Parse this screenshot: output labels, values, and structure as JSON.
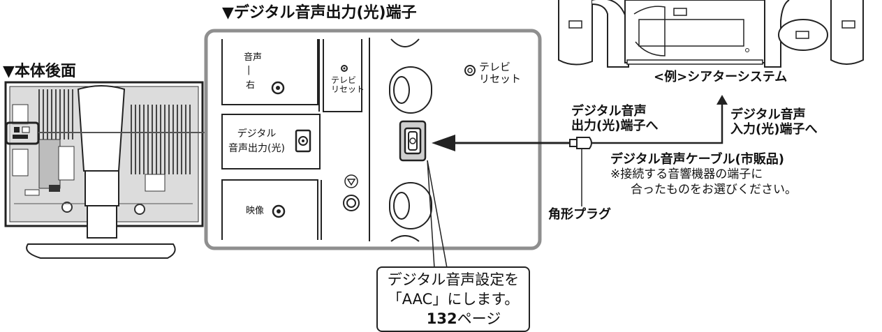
{
  "headings": {
    "terminal_title": "▼デジタル音声出力(光)端子",
    "rear_title": "▼本体後面"
  },
  "panel": {
    "audio_label": "音声",
    "audio_dash": "|",
    "audio_right": "右",
    "tv_reset": [
      "テレビ",
      "リセット"
    ],
    "digital_out": [
      "デジタル",
      "音声出力(光)"
    ],
    "video_label": "映像"
  },
  "magnified": {
    "tv_reset": [
      "テレビ",
      "リセット"
    ]
  },
  "theater": {
    "caption": "<例>シアターシステム"
  },
  "labels": {
    "to_output": [
      "デジタル音声",
      "出力(光)端子へ"
    ],
    "to_input": [
      "デジタル音声",
      "入力(光)端子へ"
    ],
    "cable_name": "デジタル音声ケーブル(市販品)",
    "cable_note": [
      "※接続する音響機器の端子に",
      "合ったものをお選びください。"
    ],
    "plug": "角形プラグ"
  },
  "callout": {
    "line1": "デジタル音声設定を",
    "line2": "「AAC」にします。",
    "page_ref": "132",
    "page_suffix": "ページ"
  }
}
